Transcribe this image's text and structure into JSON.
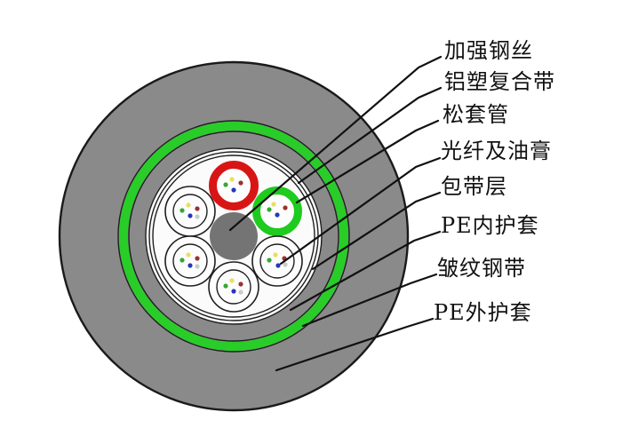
{
  "diagram": {
    "title": "fiber optic cable cross-section",
    "labels": [
      {
        "text": "加强钢丝"
      },
      {
        "text": "铝塑复合带"
      },
      {
        "text": "松套管"
      },
      {
        "text": "光纤及油膏"
      },
      {
        "text": "包带层"
      },
      {
        "text": "PE内护套"
      },
      {
        "text": "皱纹钢带"
      },
      {
        "text": "PE外护套"
      }
    ],
    "colors": {
      "outer_sheath": "#8a8a8a",
      "inner_sheath": "#8a8a8a",
      "steel_tape_green": "#28cd28",
      "strength_member": "#747474",
      "core_white": "#fbfbfb",
      "tube_ring_red": "#d81515",
      "tube_ring_green": "#1ecb1e",
      "fibers": {
        "yellow": "#e8df63",
        "red": "#9b3030",
        "green": "#35a835",
        "blue": "#2736bb",
        "pale": "#c3cfc3"
      }
    },
    "structure": {
      "loose_tube_count": 6,
      "marked_tubes": [
        "red",
        "green"
      ],
      "fiber_dots_per_tube": 5
    }
  }
}
